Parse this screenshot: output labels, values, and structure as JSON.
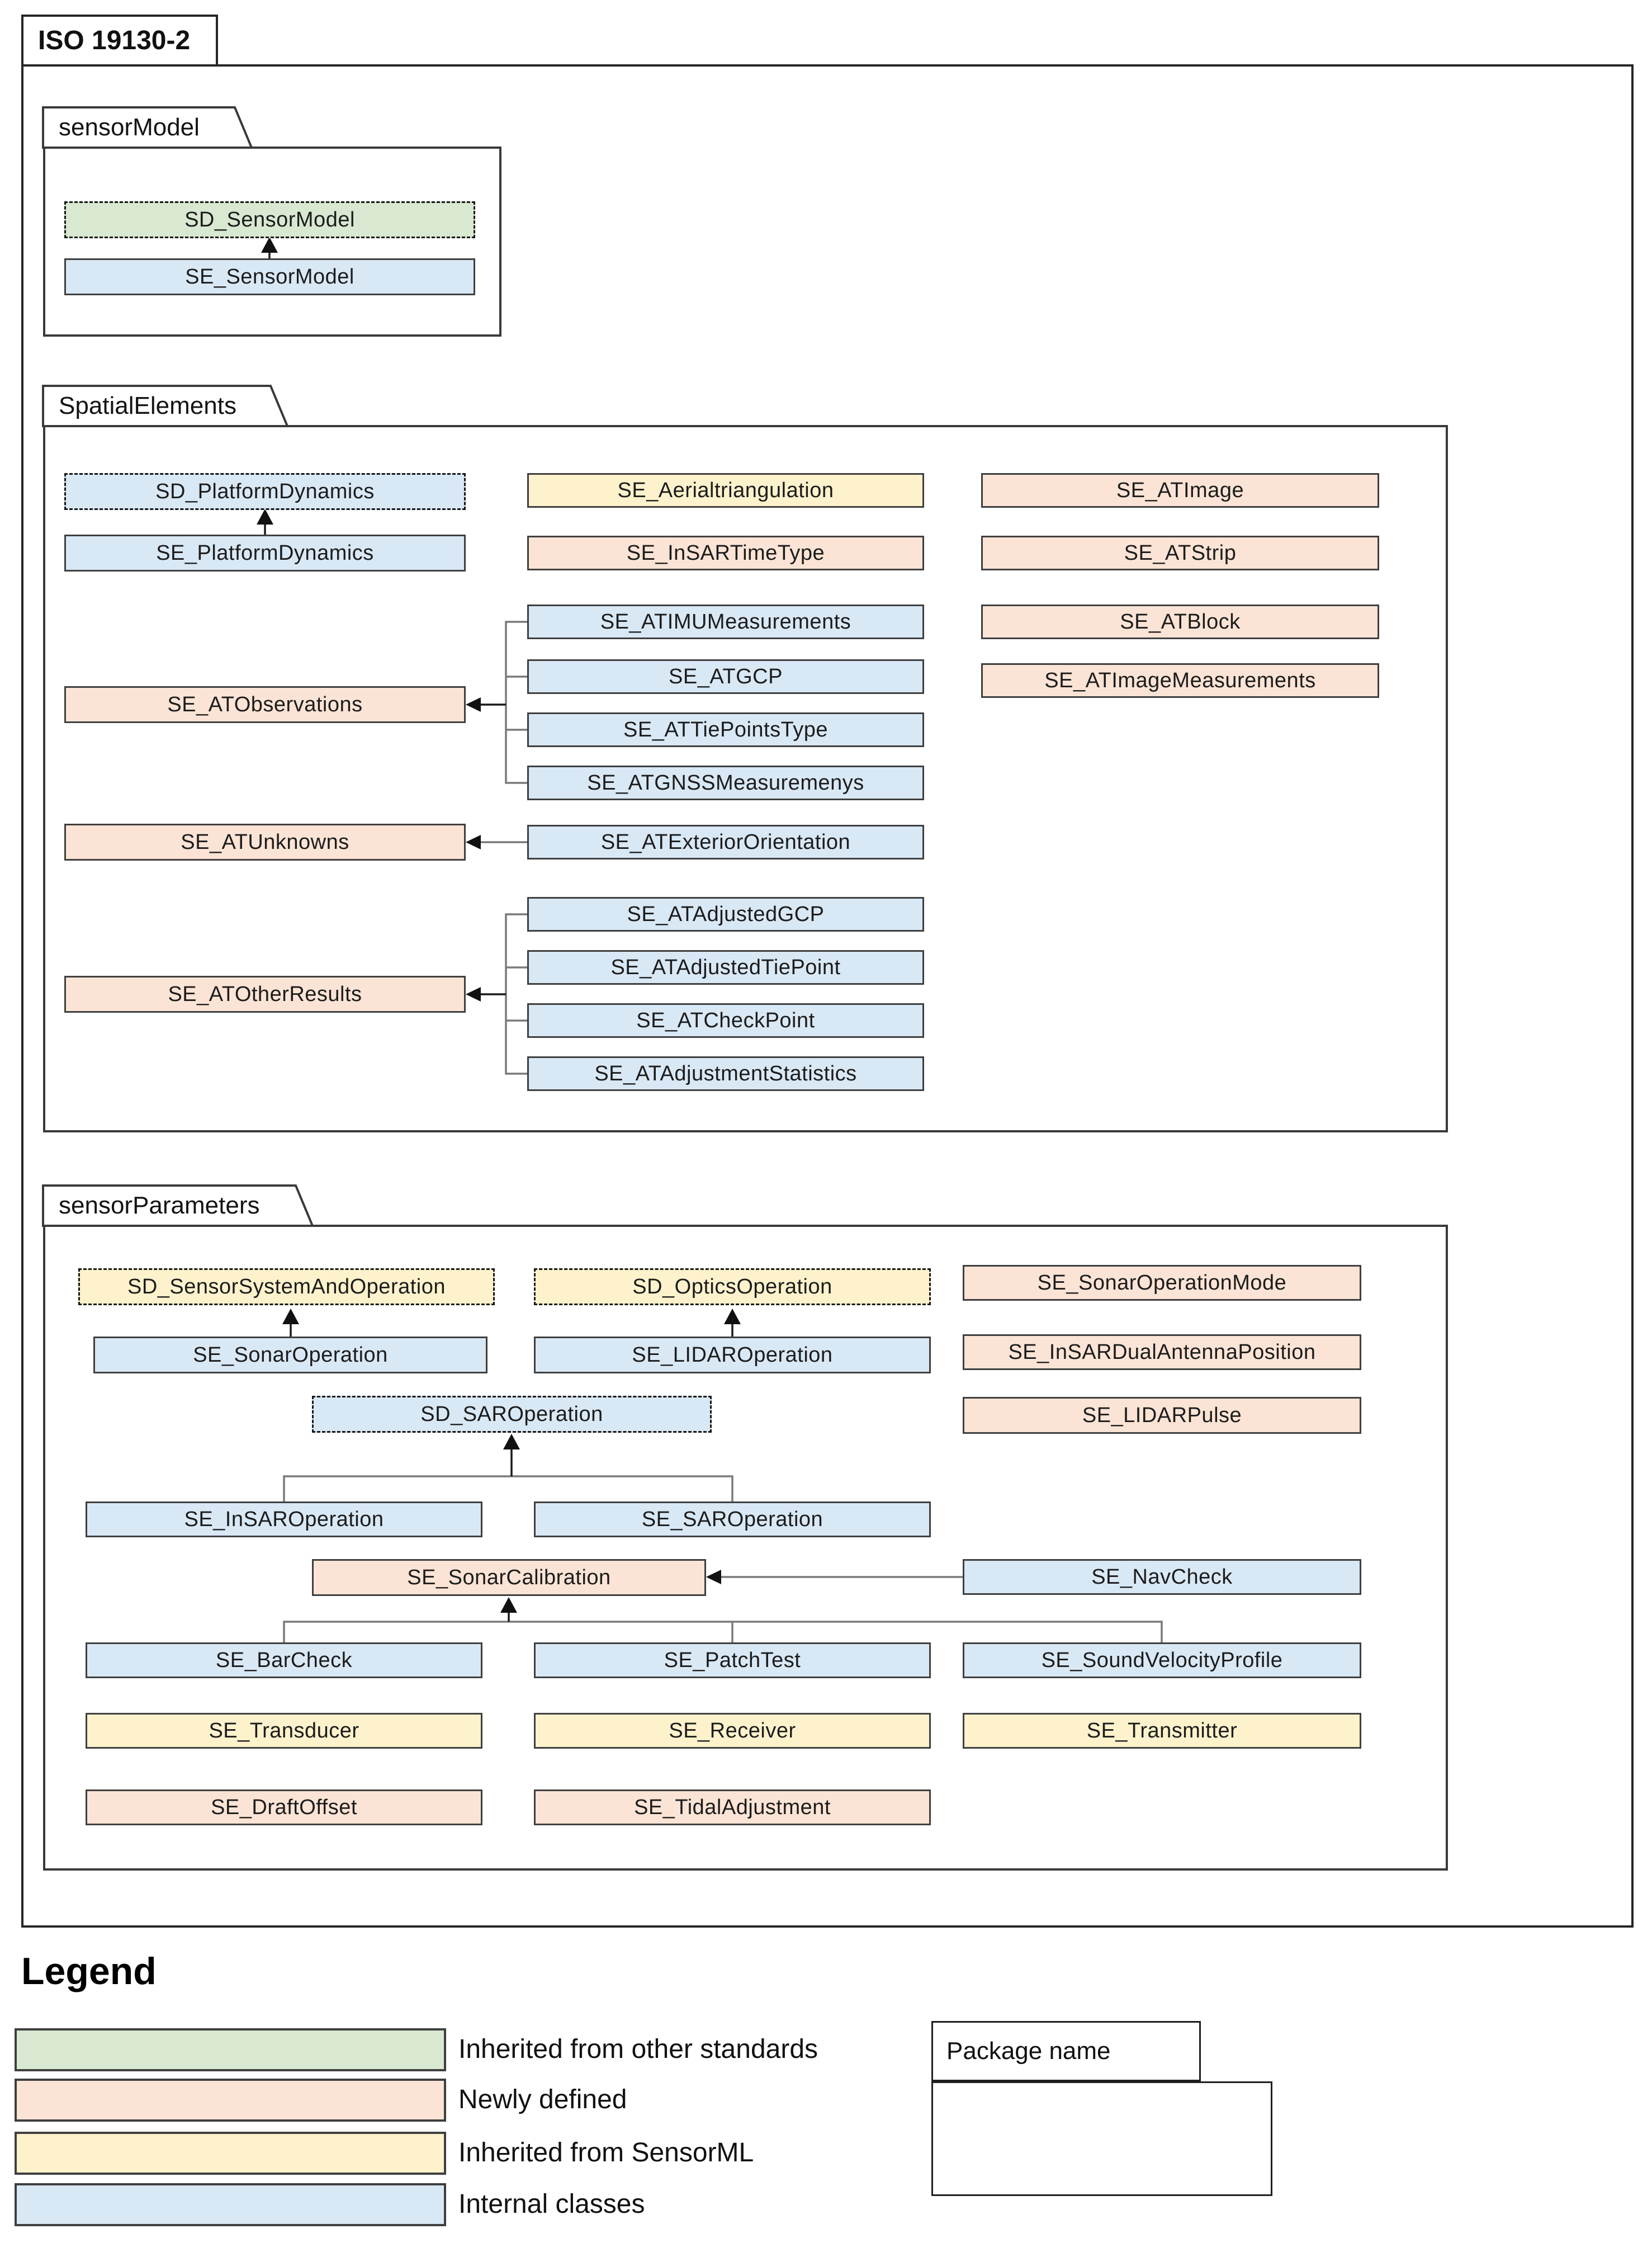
{
  "frame": {
    "title": "ISO 19130-2"
  },
  "packages": [
    {
      "id": "sensorModel",
      "label": "sensorModel",
      "classes": [
        {
          "id": "SD_SensorModel",
          "label": "SD_SensorModel",
          "type": "other-standards",
          "dashed": true
        },
        {
          "id": "SE_SensorModel",
          "label": "SE_SensorModel",
          "type": "internal",
          "dashed": false
        }
      ]
    },
    {
      "id": "SpatialElements",
      "label": "SpatialElements",
      "classes": [
        {
          "id": "SD_PlatformDynamics",
          "label": "SD_PlatformDynamics",
          "type": "internal",
          "dashed": true
        },
        {
          "id": "SE_PlatformDynamics",
          "label": "SE_PlatformDynamics",
          "type": "internal",
          "dashed": false
        },
        {
          "id": "SE_Aerialtriangulation",
          "label": "SE_Aerialtriangulation",
          "type": "sensorml",
          "dashed": false
        },
        {
          "id": "SE_InSARTimeType",
          "label": "SE_InSARTimeType",
          "type": "newly-defined",
          "dashed": false
        },
        {
          "id": "SE_ATIMUMeasurements",
          "label": "SE_ATIMUMeasurements",
          "type": "internal",
          "dashed": false
        },
        {
          "id": "SE_ATGCP",
          "label": "SE_ATGCP",
          "type": "internal",
          "dashed": false
        },
        {
          "id": "SE_ATTiePointsType",
          "label": "SE_ATTiePointsType",
          "type": "internal",
          "dashed": false
        },
        {
          "id": "SE_ATGNSSMeasuremenys",
          "label": "SE_ATGNSSMeasuremenys",
          "type": "internal",
          "dashed": false
        },
        {
          "id": "SE_ATObservations",
          "label": "SE_ATObservations",
          "type": "newly-defined",
          "dashed": false
        },
        {
          "id": "SE_ATUnknowns",
          "label": "SE_ATUnknowns",
          "type": "newly-defined",
          "dashed": false
        },
        {
          "id": "SE_ATExteriorOrientation",
          "label": "SE_ATExteriorOrientation",
          "type": "internal",
          "dashed": false
        },
        {
          "id": "SE_ATOtherResults",
          "label": "SE_ATOtherResults",
          "type": "newly-defined",
          "dashed": false
        },
        {
          "id": "SE_ATAdjustedGCP",
          "label": "SE_ATAdjustedGCP",
          "type": "internal",
          "dashed": false
        },
        {
          "id": "SE_ATAdjustedTiePoint",
          "label": "SE_ATAdjustedTiePoint",
          "type": "internal",
          "dashed": false
        },
        {
          "id": "SE_ATCheckPoint",
          "label": "SE_ATCheckPoint",
          "type": "internal",
          "dashed": false
        },
        {
          "id": "SE_ATAdjustmentStatistics",
          "label": "SE_ATAdjustmentStatistics",
          "type": "internal",
          "dashed": false
        },
        {
          "id": "SE_ATImage",
          "label": "SE_ATImage",
          "type": "newly-defined",
          "dashed": false
        },
        {
          "id": "SE_ATStrip",
          "label": "SE_ATStrip",
          "type": "newly-defined",
          "dashed": false
        },
        {
          "id": "SE_ATBlock",
          "label": "SE_ATBlock",
          "type": "newly-defined",
          "dashed": false
        },
        {
          "id": "SE_ATImageMeasurements",
          "label": "SE_ATImageMeasurements",
          "type": "newly-defined",
          "dashed": false
        }
      ]
    },
    {
      "id": "sensorParameters",
      "label": "sensorParameters",
      "classes": [
        {
          "id": "SD_SensorSystemAndOperation",
          "label": "SD_SensorSystemAndOperation",
          "type": "sensorml",
          "dashed": true
        },
        {
          "id": "SD_OpticsOperation",
          "label": "SD_OpticsOperation",
          "type": "sensorml",
          "dashed": true
        },
        {
          "id": "SE_SonarOperationMode",
          "label": "SE_SonarOperationMode",
          "type": "newly-defined",
          "dashed": false
        },
        {
          "id": "SE_SonarOperation",
          "label": "SE_SonarOperation",
          "type": "internal",
          "dashed": false
        },
        {
          "id": "SE_LIDAROperation",
          "label": "SE_LIDAROperation",
          "type": "internal",
          "dashed": false
        },
        {
          "id": "SE_InSARDualAntennaPosition",
          "label": "SE_InSARDualAntennaPosition",
          "type": "newly-defined",
          "dashed": false
        },
        {
          "id": "SD_SAROperation",
          "label": "SD_SAROperation",
          "type": "internal",
          "dashed": true
        },
        {
          "id": "SE_LIDARPulse",
          "label": "SE_LIDARPulse",
          "type": "newly-defined",
          "dashed": false
        },
        {
          "id": "SE_InSAROperation",
          "label": "SE_InSAROperation",
          "type": "internal",
          "dashed": false
        },
        {
          "id": "SE_SAROperation",
          "label": "SE_SAROperation",
          "type": "internal",
          "dashed": false
        },
        {
          "id": "SE_SonarCalibration",
          "label": "SE_SonarCalibration",
          "type": "newly-defined",
          "dashed": false
        },
        {
          "id": "SE_NavCheck",
          "label": "SE_NavCheck",
          "type": "internal",
          "dashed": false
        },
        {
          "id": "SE_BarCheck",
          "label": "SE_BarCheck",
          "type": "internal",
          "dashed": false
        },
        {
          "id": "SE_PatchTest",
          "label": "SE_PatchTest",
          "type": "internal",
          "dashed": false
        },
        {
          "id": "SE_SoundVelocityProfile",
          "label": "SE_SoundVelocityProfile",
          "type": "internal",
          "dashed": false
        },
        {
          "id": "SE_Transducer",
          "label": "SE_Transducer",
          "type": "sensorml",
          "dashed": false
        },
        {
          "id": "SE_Receiver",
          "label": "SE_Receiver",
          "type": "sensorml",
          "dashed": false
        },
        {
          "id": "SE_Transmitter",
          "label": "SE_Transmitter",
          "type": "sensorml",
          "dashed": false
        },
        {
          "id": "SE_DraftOffset",
          "label": "SE_DraftOffset",
          "type": "newly-defined",
          "dashed": false
        },
        {
          "id": "SE_TidalAdjustment",
          "label": "SE_TidalAdjustment",
          "type": "newly-defined",
          "dashed": false
        }
      ]
    }
  ],
  "legend": {
    "title": "Legend",
    "entries": [
      {
        "label": "Inherited from other standards",
        "type": "other-standards",
        "color": "#d9e8d1"
      },
      {
        "label": "Newly defined",
        "type": "newly-defined",
        "color": "#fbe4d5"
      },
      {
        "label": "Inherited from SensorML",
        "type": "sensorml",
        "color": "#fdf2cc"
      },
      {
        "label": "Internal classes",
        "type": "internal",
        "color": "#d9e8f5"
      }
    ],
    "package_shape_label": "Package name"
  },
  "colors": {
    "internal": "#d9e8f5",
    "newly_defined": "#fbe4d5",
    "sensorml": "#fdf2cc",
    "other_standards": "#d9e8d1",
    "border": "#3f3f3f",
    "connector_gray": "#7a7a7a",
    "connector_black": "#1a1a1a"
  }
}
